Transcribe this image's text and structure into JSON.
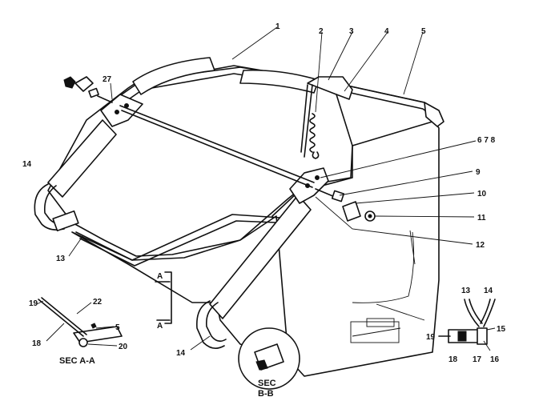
{
  "labels": {
    "l1": "1",
    "l2": "2",
    "l3": "3",
    "l4": "4",
    "l5": "5",
    "l678": "6 7 8",
    "l9": "9",
    "l10": "10",
    "l11": "11",
    "l12": "12",
    "l27": "27",
    "l14a": "14",
    "l13": "13",
    "l14b": "14",
    "l19": "19",
    "l22": "22",
    "l5b": "5",
    "l18": "18",
    "l20": "20",
    "secaa": "SEC A-A",
    "a_top": "A",
    "a_bot": "A",
    "secbb1": "SEC",
    "secbb2": "B-B",
    "r13": "13",
    "r14": "14",
    "r15": "15",
    "r16": "16",
    "r17": "17",
    "r18": "18",
    "r19": "19"
  }
}
